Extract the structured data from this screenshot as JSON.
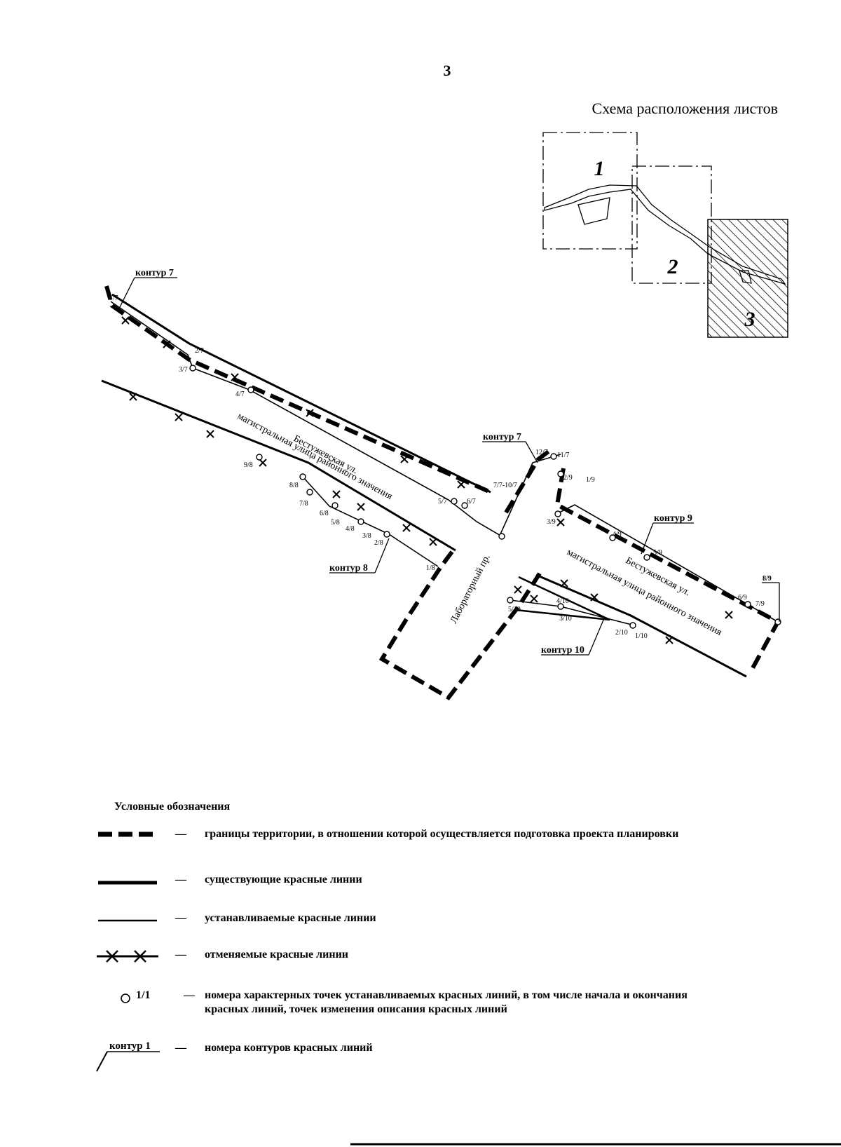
{
  "page_number": "3",
  "scheme": {
    "title": "Схема расположения листов",
    "sheets": [
      "1",
      "2",
      "3"
    ]
  },
  "map": {
    "streets": {
      "bestuzhevskaya_west_name": "Бестужевская ул.",
      "bestuzhevskaya_west_class": "магистральная улица районного значения",
      "bestuzhevskaya_east_name": "Бестужевская ул.",
      "bestuzhevskaya_east_class": "магистральная улица районного значения",
      "laboratorny": "Лабораторный пр."
    },
    "contours": {
      "k7_west": "контур 7",
      "k7_center": "контур 7",
      "k8": "контур 8",
      "k9": "контур 9",
      "k10": "контур 10"
    },
    "points": {
      "p1_7": "1/7",
      "p2_7": "2/7",
      "p3_7": "3/7",
      "p4_7": "4/7",
      "p5_7": "5/7",
      "p6_7": "6/7",
      "p7_10_7": "7/7-10/7",
      "p11_7": "11/7",
      "p12_7": "12/7",
      "p1_8": "1/8",
      "p2_8": "2/8",
      "p3_8": "3/8",
      "p4_8": "4/8",
      "p5_8": "5/8",
      "p6_8": "6/8",
      "p7_8": "7/8",
      "p8_8": "8/8",
      "p9_8": "9/8",
      "p1_9": "1/9",
      "p2_9": "2/9",
      "p3_9": "3/9",
      "p4_9": "4/9",
      "p5_9": "5/9",
      "p6_9": "6/9",
      "p7_9": "7/9",
      "p8_9": "8/9",
      "p1_10": "1/10",
      "p2_10": "2/10",
      "p3_10": "3/10",
      "p4_10": "4/10",
      "p5_10": "5/10"
    }
  },
  "legend": {
    "title": "Условные обозначения",
    "dash": "—",
    "items": [
      {
        "symbol": "thick-dashed-line",
        "text": "границы территории, в отношении которой осуществляется подготовка проекта планировки"
      },
      {
        "symbol": "thick-solid-line",
        "text": "существующие красные линии"
      },
      {
        "symbol": "thin-solid-line",
        "text": "устанавливаемые красные линии"
      },
      {
        "symbol": "crossed-line",
        "text": "отменяемые красные линии"
      },
      {
        "symbol": "point-marker",
        "sample_label": "1/1",
        "text": "номера характерных точек устанавливаемых красных линий, в том числе начала и окончания красных линий, точек изменения описания красных линий"
      },
      {
        "symbol": "contour-leader",
        "sample_label": "контур 1",
        "text": "номера контуров красных линий"
      }
    ]
  }
}
